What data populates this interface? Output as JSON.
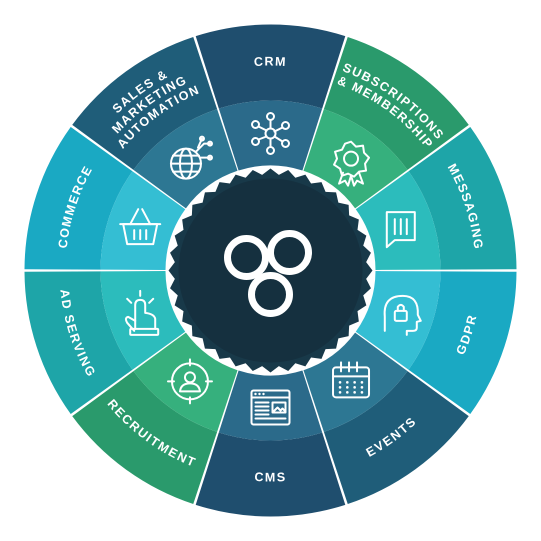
{
  "segments": [
    {
      "id": "crm",
      "lines": [
        "CRM"
      ],
      "icon": "network-icon",
      "outer": "#1f4e6e",
      "inner": "#2b6a8a"
    },
    {
      "id": "subscriptions",
      "lines": [
        "SUBSCRIPTIONS",
        "& MEMBERSHIP"
      ],
      "icon": "award-badge-icon",
      "outer": "#2a9a6c",
      "inner": "#36b07d"
    },
    {
      "id": "messaging",
      "lines": [
        "MESSAGING"
      ],
      "icon": "message-icon",
      "outer": "#1ea5a8",
      "inner": "#2cbcbc"
    },
    {
      "id": "gdpr",
      "lines": [
        "GDPR"
      ],
      "icon": "privacy-lock-icon",
      "outer": "#1aa9c3",
      "inner": "#34bed3"
    },
    {
      "id": "events",
      "lines": [
        "EVENTS"
      ],
      "icon": "calendar-icon",
      "outer": "#1f5d79",
      "inner": "#2d7793"
    },
    {
      "id": "cms",
      "lines": [
        "CMS"
      ],
      "icon": "web-page-icon",
      "outer": "#1f4e6e",
      "inner": "#2b6a8a"
    },
    {
      "id": "recruitment",
      "lines": [
        "RECRUITMENT"
      ],
      "icon": "profile-target-icon",
      "outer": "#2a9a6c",
      "inner": "#36b07d"
    },
    {
      "id": "ad-serving",
      "lines": [
        "AD SERVING"
      ],
      "icon": "cursor-click-icon",
      "outer": "#1ea5a8",
      "inner": "#2cbcbc"
    },
    {
      "id": "commerce",
      "lines": [
        "COMMERCE"
      ],
      "icon": "shopping-basket-icon",
      "outer": "#1aa9c3",
      "inner": "#34bed3"
    },
    {
      "id": "sales-marketing",
      "lines": [
        "SALES &",
        "MARKETING",
        "AUTOMATION"
      ],
      "icon": "globe-circuit-icon",
      "outer": "#1f5d79",
      "inner": "#2d7793"
    }
  ],
  "hub": {
    "icon": "three-rings-logo-icon",
    "color": "#15303f",
    "gear_color": "#183949"
  }
}
